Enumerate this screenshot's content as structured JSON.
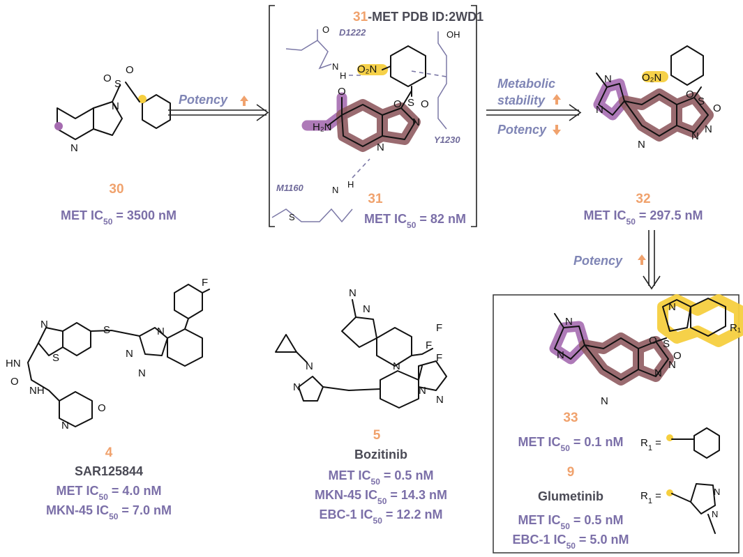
{
  "compounds": {
    "c30": {
      "number": "30",
      "activity_lines": [
        "MET IC50 = 3500 nM"
      ]
    },
    "c31": {
      "number": "31",
      "activity_lines": [
        "MET IC50 = 82 nM"
      ],
      "header_number": "31",
      "header_text": "-MET PDB ID:2WD1"
    },
    "c32": {
      "number": "32",
      "activity_lines": [
        "MET IC50 = 297.5 nM"
      ]
    },
    "c4": {
      "number": "4",
      "name": "SAR125844",
      "activity_lines": [
        "MET IC50 = 4.0 nM",
        "MKN-45 IC50 = 7.0 nM"
      ]
    },
    "c5": {
      "number": "5",
      "name": "Bozitinib",
      "activity_lines": [
        "MET IC50 = 0.5 nM",
        "MKN-45 IC50 = 14.3 nM",
        "EBC-1 IC50 = 12.2 nM"
      ]
    },
    "c33": {
      "number": "33",
      "activity_lines": [
        "MET IC50 = 0.1 nM"
      ]
    },
    "c9": {
      "number": "9",
      "name": "Glumetinib",
      "activity_lines": [
        "MET IC50 = 0.5 nM",
        "EBC-1 IC50 = 5.0 nM"
      ]
    }
  },
  "arrows": {
    "a1": {
      "label": "Potency",
      "direction": "up"
    },
    "a2": {
      "label_line1": "Metabolic",
      "label_line2": "stability",
      "direction": "up"
    },
    "a3": {
      "label": "Potency",
      "direction": "down"
    },
    "a4": {
      "label": "Potency",
      "direction": "up"
    }
  },
  "residues": {
    "d1222": "D1222",
    "y1230": "Y1230",
    "m1160": "M1160"
  },
  "r_group": {
    "label": "R1 ="
  },
  "colors": {
    "purple_highlight": "#a56bb0",
    "red_highlight": "#8f5b61",
    "yellow_highlight": "#f6cf3f",
    "orange_text": "#f0a26d",
    "violet_text": "#7b6fa8"
  }
}
